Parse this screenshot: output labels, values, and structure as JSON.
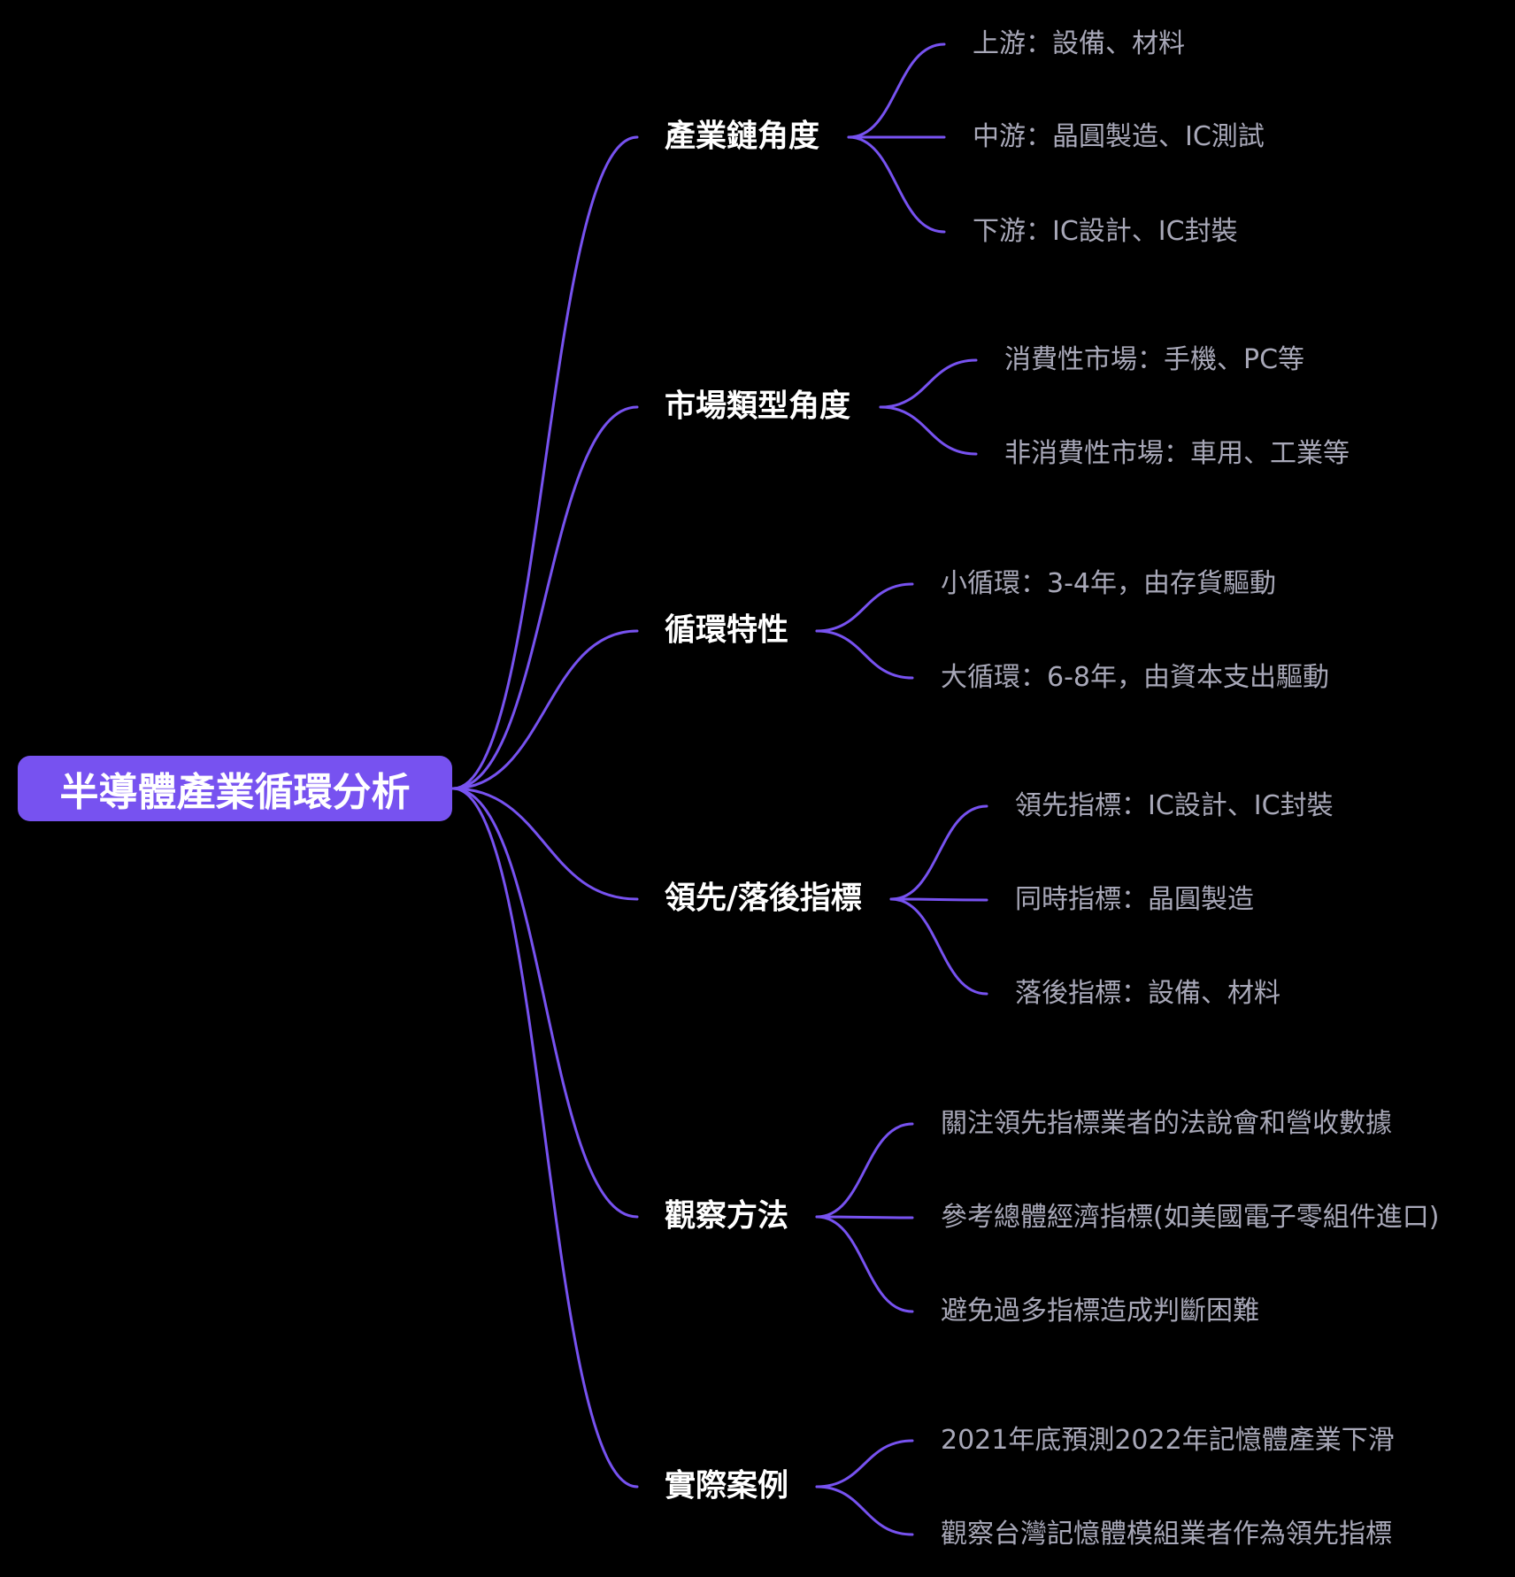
{
  "colors": {
    "background": "#000000",
    "accent": "#7752f0",
    "branch_text": "#ffffff",
    "leaf_text": "#a8a8b8"
  },
  "root": {
    "label": "半導體產業循環分析"
  },
  "branches": [
    {
      "label": "產業鏈角度",
      "children": [
        "上游：設備、材料",
        "中游：晶圓製造、IC測試",
        "下游：IC設計、IC封裝"
      ]
    },
    {
      "label": "市場類型角度",
      "children": [
        "消費性市場：手機、PC等",
        "非消費性市場：車用、工業等"
      ]
    },
    {
      "label": "循環特性",
      "children": [
        "小循環：3-4年，由存貨驅動",
        "大循環：6-8年，由資本支出驅動"
      ]
    },
    {
      "label": "領先/落後指標",
      "children": [
        "領先指標：IC設計、IC封裝",
        "同時指標：晶圓製造",
        "落後指標：設備、材料"
      ]
    },
    {
      "label": "觀察方法",
      "children": [
        "關注領先指標業者的法說會和營收數據",
        "參考總體經濟指標(如美國電子零組件進口)",
        "避免過多指標造成判斷困難"
      ]
    },
    {
      "label": "實際案例",
      "children": [
        "2021年底預測2022年記憶體產業下滑",
        "觀察台灣記憶體模組業者作為領先指標"
      ]
    }
  ]
}
